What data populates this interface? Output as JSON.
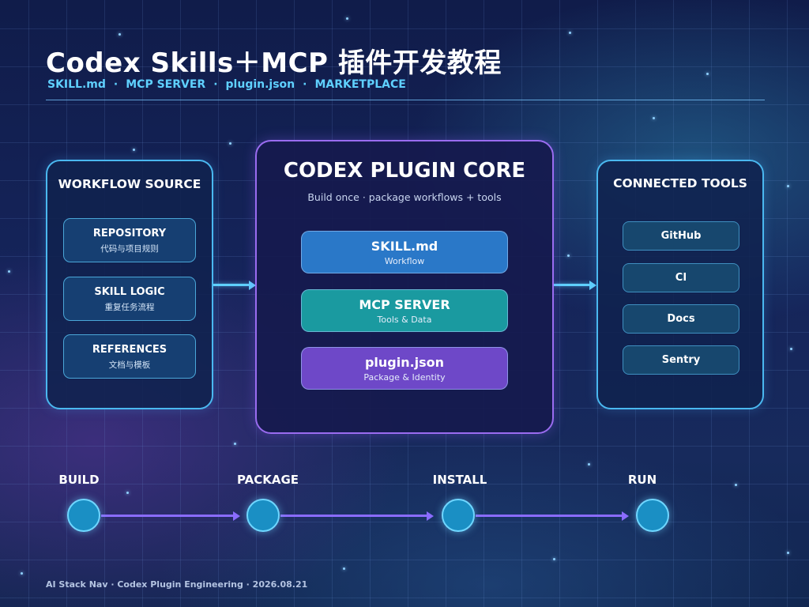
{
  "title": "Codex Skills＋MCP 插件开发教程",
  "subtitle": [
    "SKILL.md",
    "MCP SERVER",
    "plugin.json",
    "MARKETPLACE"
  ],
  "subtitle_separator": "·",
  "colors": {
    "accent_cyan": "#5fd0ff",
    "accent_purple": "#9a6cf0",
    "skill_card": "#2a78c8",
    "mcp_card": "#1a9aa0",
    "plugin_card": "#6e48c8"
  },
  "workflow_source": {
    "title": "WORKFLOW SOURCE",
    "items": [
      {
        "title": "REPOSITORY",
        "subtitle": "代码与项目规则"
      },
      {
        "title": "SKILL LOGIC",
        "subtitle": "重复任务流程"
      },
      {
        "title": "REFERENCES",
        "subtitle": "文档与模板"
      }
    ]
  },
  "core": {
    "title": "CODEX PLUGIN CORE",
    "subtitle": "Build once · package workflows + tools",
    "items": [
      {
        "title": "SKILL.md",
        "subtitle": "Workflow"
      },
      {
        "title": "MCP SERVER",
        "subtitle": "Tools & Data"
      },
      {
        "title": "plugin.json",
        "subtitle": "Package & Identity"
      }
    ]
  },
  "connected_tools": {
    "title": "CONNECTED TOOLS",
    "items": [
      "GitHub",
      "CI",
      "Docs",
      "Sentry"
    ]
  },
  "pipeline": {
    "steps": [
      "BUILD",
      "PACKAGE",
      "INSTALL",
      "RUN"
    ]
  },
  "footer": "AI Stack Nav · Codex Plugin Engineering · 2026.08.21"
}
